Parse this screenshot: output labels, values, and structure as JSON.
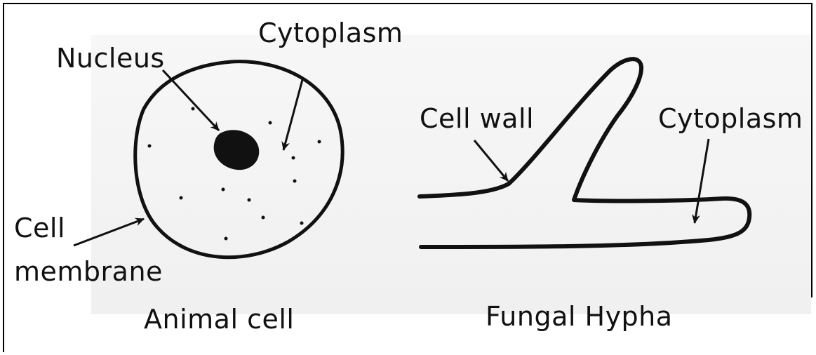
{
  "labels": {
    "nucleus": "Nucleus",
    "cytoplasm_animal": "Cytoplasm",
    "cell_membrane_1": "Cell",
    "cell_membrane_2": "membrane",
    "animal_cell": "Animal cell",
    "cell_wall": "Cell wall",
    "cytoplasm_fungal": "Cytoplasm",
    "fungal_hypha": "Fungal Hypha"
  },
  "colors": {
    "ink": "#111111",
    "paper": "#f3f3f3"
  }
}
